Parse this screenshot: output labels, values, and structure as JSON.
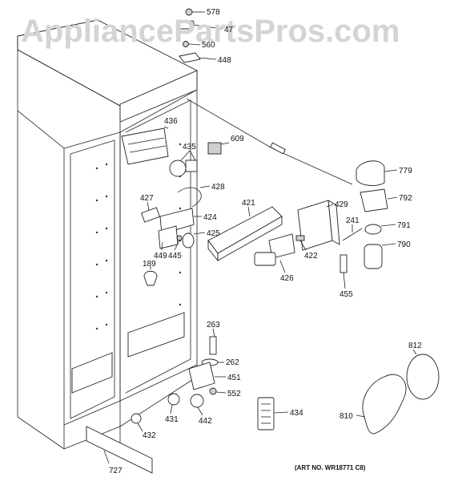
{
  "watermark": "AppliancePartsPros.com",
  "art_number": "(ART NO. WR18771 C8)",
  "callouts": [
    {
      "id": "578",
      "label": "578"
    },
    {
      "id": "47",
      "label": "47"
    },
    {
      "id": "560",
      "label": "560"
    },
    {
      "id": "448",
      "label": "448"
    },
    {
      "id": "436",
      "label": "436"
    },
    {
      "id": "435",
      "label": "435"
    },
    {
      "id": "609",
      "label": "609"
    },
    {
      "id": "779",
      "label": "779"
    },
    {
      "id": "792",
      "label": "792"
    },
    {
      "id": "791",
      "label": "791"
    },
    {
      "id": "790",
      "label": "790"
    },
    {
      "id": "428",
      "label": "428"
    },
    {
      "id": "427",
      "label": "427"
    },
    {
      "id": "424",
      "label": "424"
    },
    {
      "id": "421",
      "label": "421"
    },
    {
      "id": "429",
      "label": "429"
    },
    {
      "id": "241",
      "label": "241"
    },
    {
      "id": "425",
      "label": "425"
    },
    {
      "id": "449",
      "label": "449"
    },
    {
      "id": "445",
      "label": "445"
    },
    {
      "id": "422",
      "label": "422"
    },
    {
      "id": "426",
      "label": "426"
    },
    {
      "id": "189",
      "label": "189"
    },
    {
      "id": "455",
      "label": "455"
    },
    {
      "id": "263",
      "label": "263"
    },
    {
      "id": "262",
      "label": "262"
    },
    {
      "id": "451",
      "label": "451"
    },
    {
      "id": "552",
      "label": "552"
    },
    {
      "id": "431",
      "label": "431"
    },
    {
      "id": "442",
      "label": "442"
    },
    {
      "id": "434",
      "label": "434"
    },
    {
      "id": "812",
      "label": "812"
    },
    {
      "id": "810",
      "label": "810"
    },
    {
      "id": "432",
      "label": "432"
    },
    {
      "id": "727",
      "label": "727"
    }
  ]
}
